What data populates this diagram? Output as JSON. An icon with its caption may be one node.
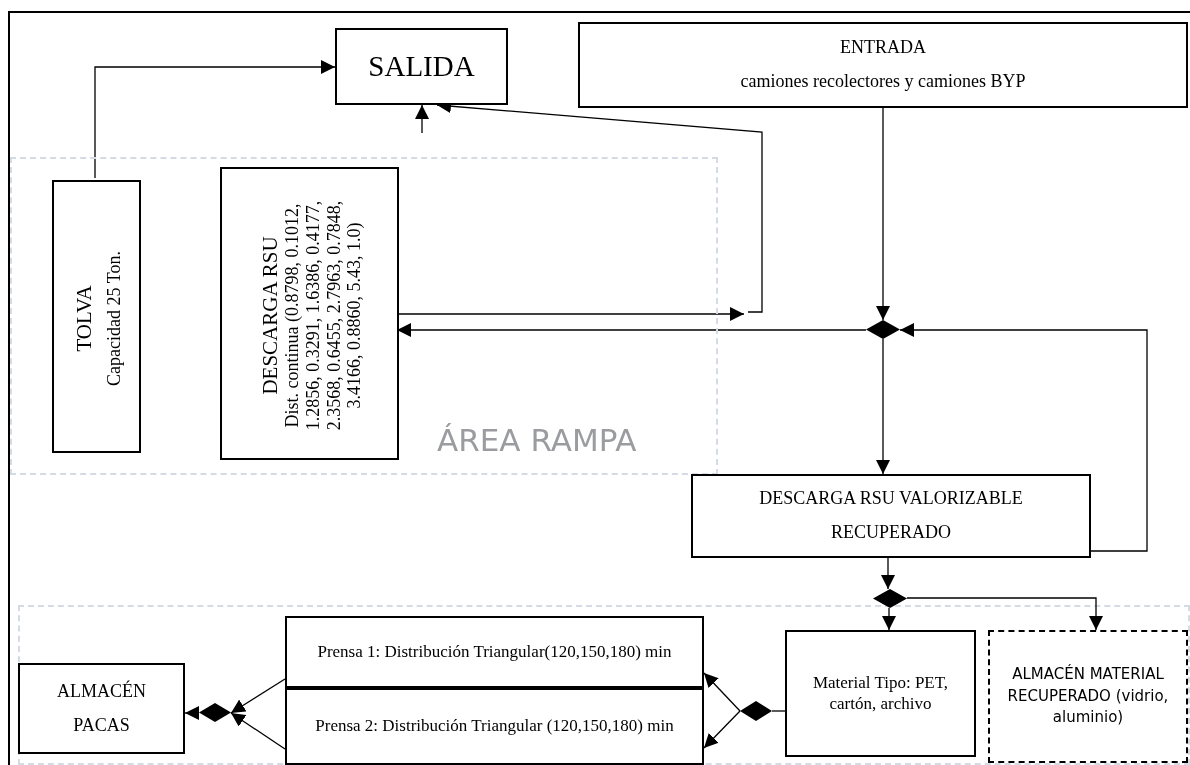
{
  "diagram": {
    "nodes": [
      {
        "text": [
          "SALIDA"
        ]
      },
      {
        "text": [
          "ENTRADA",
          "camiones recolectores y camiones BYP"
        ]
      },
      {
        "text": [
          "ÁREA RAMPA"
        ]
      },
      {
        "text": [
          "TOLVA",
          "Capacidad 25 Ton."
        ],
        "in": 2
      },
      {
        "text": [
          "DESCARGA RSU",
          "Dist. continua (0.8798, 0.1012, 1.2856, 0.3291, 1.6386, 0.4177, 2.3568, 0.6455, 2.7963, 0.7848, 3.4166, 0.8860, 5.43, 1.0)"
        ],
        "in": 2
      },
      {
        "text": [],
        "shape": "diamond"
      },
      {
        "text": [
          "DESCARGA RSU VALORIZABLE",
          "RECUPERADO"
        ]
      },
      {
        "text": [],
        "shape": "diamond"
      },
      {
        "text": [
          "Material Tipo: PET, cartón, archivo"
        ]
      },
      {
        "text": [
          "ALMACÉN MATERIAL RECUPERADO (vidrio, aluminio)"
        ]
      },
      {
        "text": [],
        "shape": "diamond"
      },
      {
        "text": [
          "Prensa 1: Distribución Triangular(120,150,180) min"
        ]
      },
      {
        "text": [
          "Prensa 2: Distribución Triangular (120,150,180) min"
        ]
      },
      {
        "text": [],
        "shape": "diamond"
      },
      {
        "text": [
          "ALMACÉN",
          "PACAS"
        ]
      }
    ],
    "edges": [
      {
        "from": 3,
        "to": 0,
        "arrow": "to"
      },
      {
        "from": 4,
        "to": null,
        "arrow": "to"
      },
      {
        "from": null,
        "to": 0,
        "arrow": "to"
      },
      {
        "from": null,
        "to": 0,
        "arrow": "to"
      },
      {
        "from": 5,
        "to": 4,
        "arrow": "to"
      },
      {
        "from": 1,
        "to": 5,
        "arrow": "to"
      },
      {
        "from": 6,
        "to": 5,
        "arrow": "to"
      },
      {
        "from": 5,
        "to": 6,
        "arrow": "to"
      },
      {
        "from": 6,
        "to": 7,
        "arrow": "to"
      },
      {
        "from": 7,
        "to": 8,
        "arrow": "to"
      },
      {
        "from": 7,
        "to": 9,
        "arrow": "to"
      },
      {
        "from": 8,
        "to": 10,
        "arrow": "none"
      },
      {
        "from": 10,
        "to": 11,
        "arrow": "to"
      },
      {
        "from": 10,
        "to": 12,
        "arrow": "to"
      },
      {
        "from": 11,
        "to": 13,
        "arrow": "to"
      },
      {
        "from": 12,
        "to": 13,
        "arrow": "to"
      },
      {
        "from": 13,
        "to": 14,
        "arrow": "to"
      }
    ]
  }
}
